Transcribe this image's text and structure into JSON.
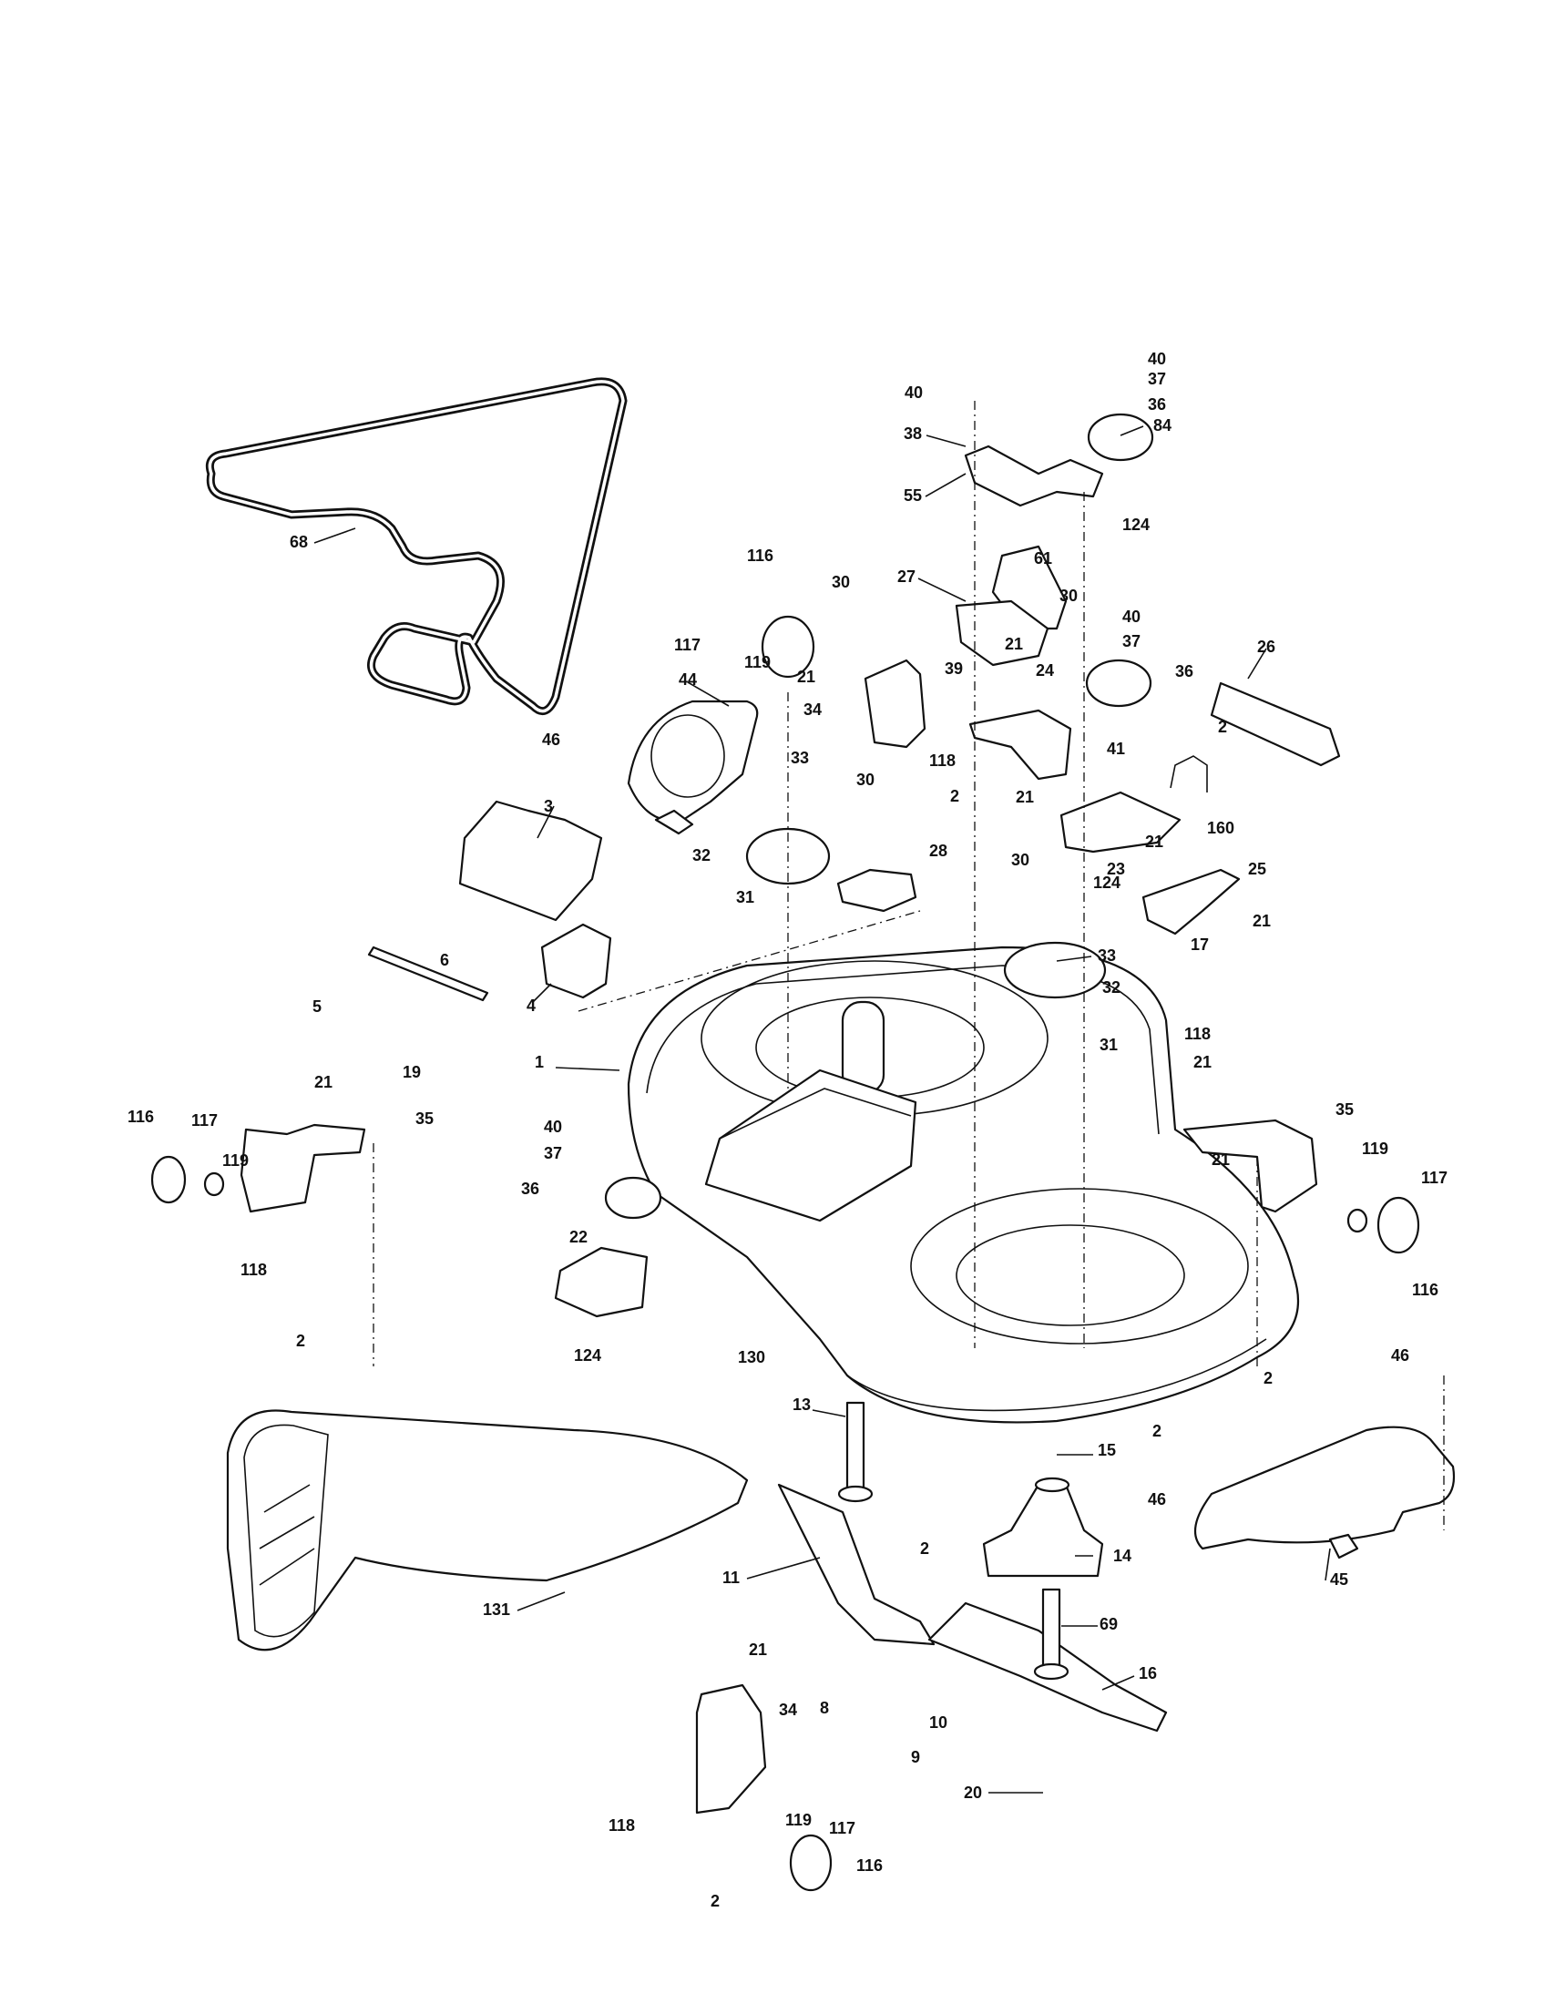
{
  "diagram": {
    "callouts": [
      "68",
      "116",
      "117",
      "119",
      "46",
      "44",
      "3",
      "6",
      "5",
      "4",
      "19",
      "1",
      "21",
      "35",
      "118",
      "2",
      "40",
      "37",
      "36",
      "22",
      "124",
      "130",
      "13",
      "11",
      "131",
      "8",
      "10",
      "9",
      "34",
      "21",
      "119",
      "117",
      "116",
      "2",
      "118",
      "69",
      "16",
      "20",
      "15",
      "14",
      "2",
      "46",
      "45",
      "46",
      "2",
      "116",
      "117",
      "119",
      "35",
      "21",
      "21",
      "118",
      "31",
      "32",
      "33",
      "17",
      "21",
      "25",
      "124",
      "30",
      "23",
      "21",
      "160",
      "41",
      "2",
      "26",
      "36",
      "37",
      "40",
      "21",
      "24",
      "118",
      "39",
      "21",
      "34",
      "30",
      "2",
      "30",
      "28",
      "31",
      "32",
      "33",
      "119",
      "117",
      "116",
      "27",
      "30",
      "61",
      "124",
      "55",
      "38",
      "40",
      "84",
      "36",
      "37",
      "40",
      "21",
      "2"
    ]
  }
}
